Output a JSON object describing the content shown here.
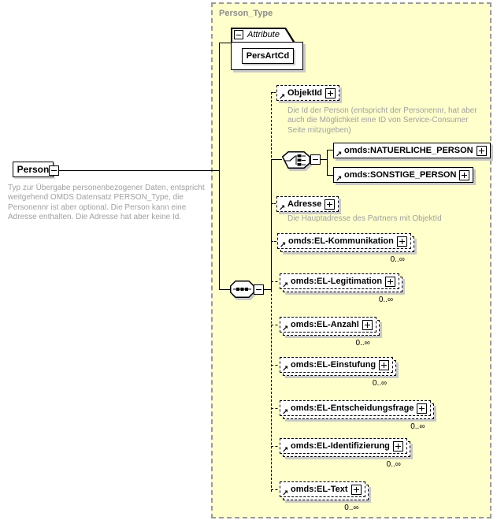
{
  "diagram_type": "xml-schema-content-model",
  "colors": {
    "container_bg": "#ffffcc",
    "container_border": "#9a9a9a",
    "type_label": "#8c8c8c",
    "annotation_text": "#a0a0a0",
    "box_shadow": "#c9c9c9",
    "line": "#000000"
  },
  "icons": {
    "ref_arrow": "↗"
  },
  "root": {
    "label": "Person",
    "annotation": "Typ zur Übergabe personenbezogener Daten, entspricht\nweitgehend OMDS Datensatz PERSON_Type, die\nPersonennr ist aber optional. Die Person kann eine\nAdresse enthalten. Die Adresse hat aber keine Id."
  },
  "container": {
    "label": "Person_Type"
  },
  "attribute_panel": {
    "title": "Attribute",
    "attributes": [
      {
        "name": "PersArtCd"
      }
    ]
  },
  "elements": {
    "objektid": {
      "label": "ObjektId",
      "annotation": "Die Id der Person (entspricht der Personennr, hat aber\nauch die Möglichkeit eine ID von Service-Consumer\nSeite mitzugeben)"
    },
    "natuerliche_person": {
      "label": "omds:NATUERLICHE_PERSON"
    },
    "sonstige_person": {
      "label": "omds:SONSTIGE_PERSON"
    },
    "adresse": {
      "label": "Adresse",
      "annotation": "Die Hauptadresse des Partners mit ObjektId"
    },
    "el_kommunikation": {
      "label": "omds:EL-Kommunikation",
      "occurrence": "0..∞"
    },
    "el_legitimation": {
      "label": "omds:EL-Legitimation",
      "occurrence": "0..∞"
    },
    "el_anzahl": {
      "label": "omds:EL-Anzahl",
      "occurrence": "0..∞"
    },
    "el_einstufung": {
      "label": "omds:EL-Einstufung",
      "occurrence": "0..∞"
    },
    "el_entscheidungsfrage": {
      "label": "omds:EL-Entscheidungsfrage",
      "occurrence": "0..∞"
    },
    "el_identifizierung": {
      "label": "omds:EL-Identifizierung",
      "occurrence": "0..∞"
    },
    "el_text": {
      "label": "omds:EL-Text",
      "occurrence": "0..∞"
    }
  }
}
